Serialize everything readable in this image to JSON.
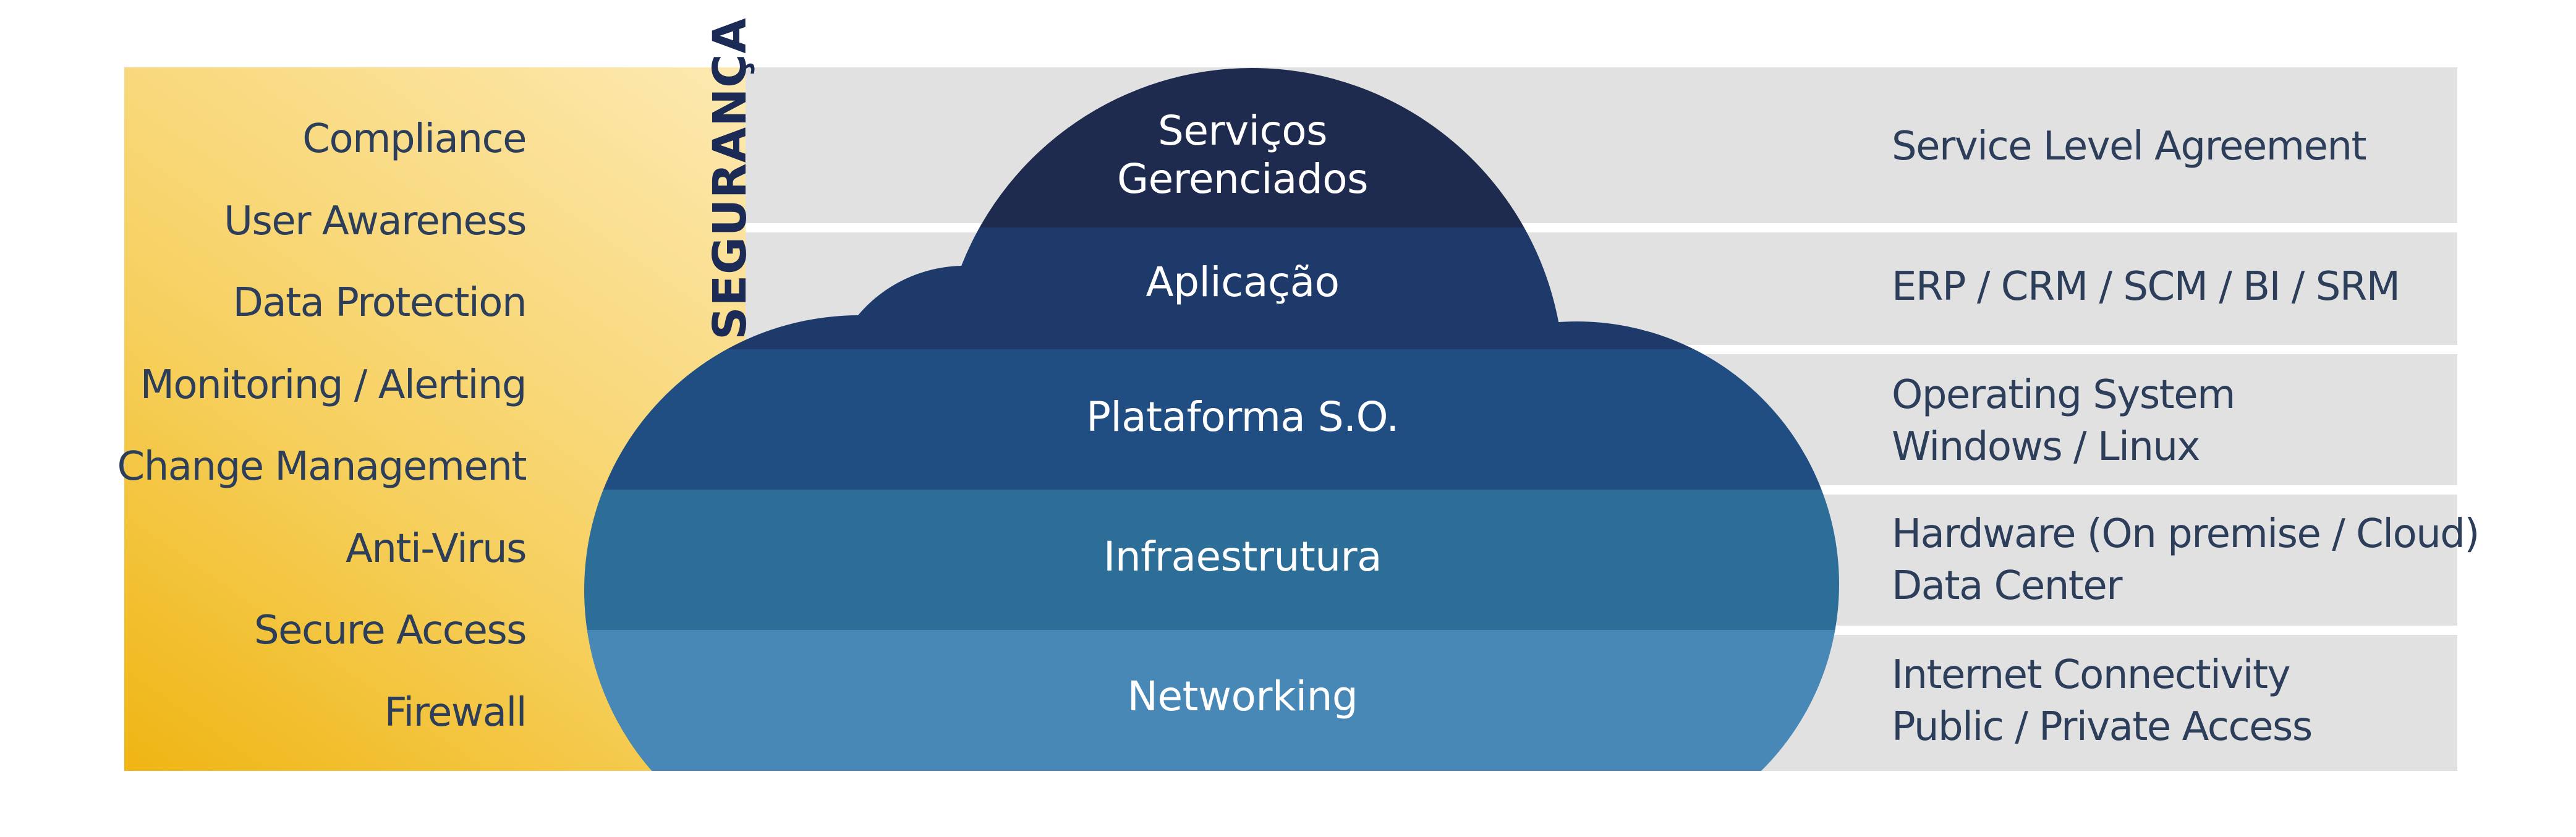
{
  "security": {
    "title": "SEGURANÇA",
    "items": [
      "Compliance",
      "User Awareness",
      "Data Protection",
      "Monitoring / Alerting",
      "Change Management",
      "Anti-Virus",
      "Secure Access",
      "Firewall"
    ]
  },
  "layers": [
    {
      "name_line1": "Serviços",
      "name_line2": "Gerenciados",
      "color": "#1f2a4f",
      "desc_line1": "Service Level Agreement",
      "desc_line2": ""
    },
    {
      "name_line1": "Aplicação",
      "name_line2": "",
      "color": "#1e3a6a",
      "desc_line1": "ERP / CRM / SCM / BI / SRM",
      "desc_line2": ""
    },
    {
      "name_line1": "Plataforma S.O.",
      "name_line2": "",
      "color": "#214e82",
      "desc_line1": "Operating System",
      "desc_line2": "Windows / Linux"
    },
    {
      "name_line1": "Infraestrutura",
      "name_line2": "",
      "color": "#2d6e98",
      "desc_line1": "Hardware (On premise / Cloud)",
      "desc_line2": "Data Center"
    },
    {
      "name_line1": "Networking",
      "name_line2": "",
      "color": "#4888b6",
      "desc_line1": "Internet Connectivity",
      "desc_line2": "Public / Private Access"
    }
  ]
}
